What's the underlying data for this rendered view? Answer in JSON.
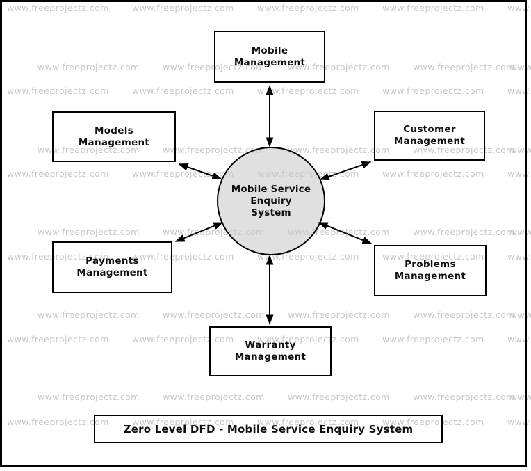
{
  "watermark": {
    "text": "www.freeprojectz.com",
    "color": "#c8c8c8"
  },
  "frame": {
    "border_color": "#000000"
  },
  "diagram": {
    "type": "dfd-level-0",
    "title": "Zero Level DFD - Mobile Service Enquiry System",
    "process": {
      "name": "mobile-service-enquiry-system",
      "line1": "Mobile Service",
      "line2": "Enquiry",
      "line3": "System",
      "fill": "#e0e0e0",
      "border_color": "#000000"
    },
    "entities": [
      {
        "name": "mobile-management",
        "line1": "Mobile",
        "line2": "Management"
      },
      {
        "name": "models-management",
        "line1": "Models",
        "line2": "Management"
      },
      {
        "name": "customer-management",
        "line1": "Customer",
        "line2": "Management"
      },
      {
        "name": "payments-management",
        "line1": "Payments",
        "line2": "Management"
      },
      {
        "name": "problems-management",
        "line1": "Problems",
        "line2": "Management"
      },
      {
        "name": "warranty-management",
        "line1": "Warranty",
        "line2": "Management"
      }
    ],
    "connections": [
      {
        "from": "mobile-management",
        "to": "mobile-service-enquiry-system",
        "bidirectional": true
      },
      {
        "from": "models-management",
        "to": "mobile-service-enquiry-system",
        "bidirectional": true
      },
      {
        "from": "customer-management",
        "to": "mobile-service-enquiry-system",
        "bidirectional": true
      },
      {
        "from": "payments-management",
        "to": "mobile-service-enquiry-system",
        "bidirectional": true
      },
      {
        "from": "problems-management",
        "to": "mobile-service-enquiry-system",
        "bidirectional": true
      },
      {
        "from": "warranty-management",
        "to": "mobile-service-enquiry-system",
        "bidirectional": true
      }
    ]
  }
}
